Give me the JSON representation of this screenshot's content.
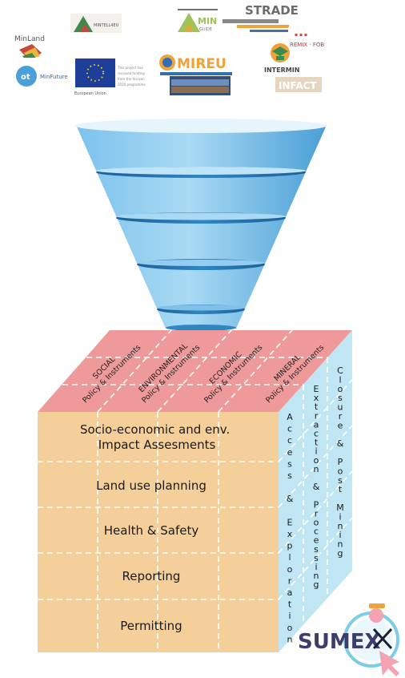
{
  "logos": {
    "minland": "MinLand",
    "mintell": "MINTELL4EU",
    "min_guide": "MIN GUIDE",
    "strade": "STRADE",
    "mireu": "MIREU",
    "intermin": "INTERMIN",
    "europe": "EUROPE",
    "eu_caption": "European Union",
    "remix": "REMIX",
    "infact": "INFACT",
    "sumex": "SUMEX"
  },
  "top_face": {
    "items": [
      {
        "title": "SOCIAL",
        "subtitle": "Policy & Instruments"
      },
      {
        "title": "ENVIRONMENTAL",
        "subtitle": "Policy & Instruments"
      },
      {
        "title": "ECONOMIC",
        "subtitle": "Policy & Instruments"
      },
      {
        "title": "MINERAL",
        "subtitle": "Policy & Instruments"
      }
    ]
  },
  "front_face": {
    "rows": [
      {
        "line1": "Socio-economic and env.",
        "line2": "Impact Assesments"
      },
      {
        "line1": "Land use planning",
        "line2": ""
      },
      {
        "line1": "Health & Safety",
        "line2": ""
      },
      {
        "line1": "Reporting",
        "line2": ""
      },
      {
        "line1": "Permitting",
        "line2": ""
      }
    ]
  },
  "side_face": {
    "columns": [
      "Access & Exploration",
      "Extraction & Processing",
      "Closure & Post Mining"
    ]
  },
  "colors": {
    "front": "#f5cf99",
    "top": "#ef9a9a",
    "side": "#bfe6f2",
    "funnel_light": "#cfe9f7",
    "funnel_mid": "#5fb4e6",
    "funnel_dark": "#1f6fae",
    "sumex_text": "#3d3d6b",
    "sumex_ring": "#7ccde8",
    "cursor": "#f3a3b1"
  }
}
